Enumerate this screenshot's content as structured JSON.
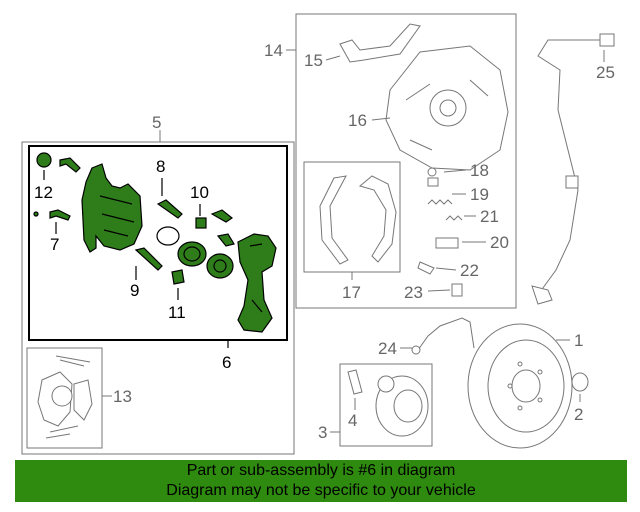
{
  "callouts": {
    "c1": "1",
    "c2": "2",
    "c3": "3",
    "c4": "4",
    "c5": "5",
    "c6": "6",
    "c7": "7",
    "c8": "8",
    "c9": "9",
    "c10": "10",
    "c11": "11",
    "c12": "12",
    "c13": "13",
    "c14": "14",
    "c15": "15",
    "c16": "16",
    "c17": "17",
    "c18": "18",
    "c19": "19",
    "c20": "20",
    "c21": "21",
    "c22": "22",
    "c23": "23",
    "c24": "24",
    "c25": "25"
  },
  "banner": {
    "line1": "Part or sub-assembly is #6 in diagram",
    "line2": "Diagram may not be specific to your vehicle"
  },
  "colors": {
    "highlight": "#2e8b0f",
    "part_fill": "#2e7d1a"
  }
}
